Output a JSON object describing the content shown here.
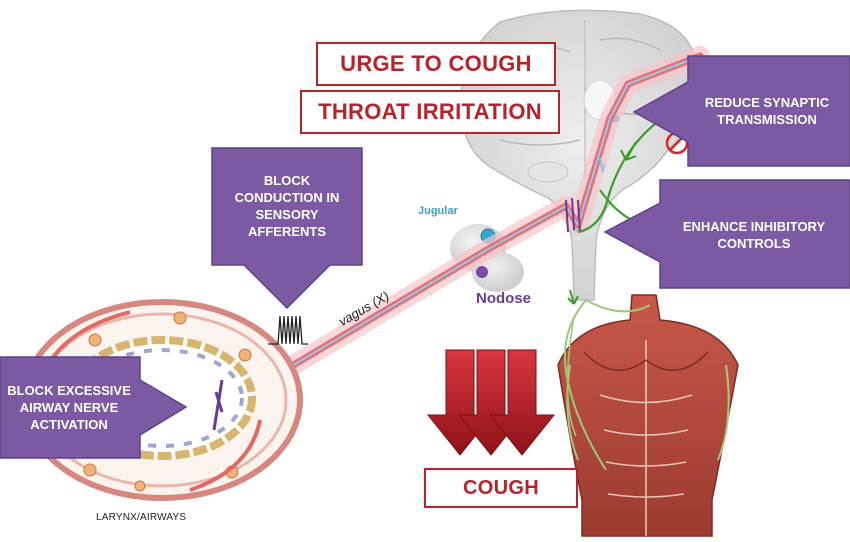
{
  "labels": {
    "urge_to_cough": "URGE TO COUGH",
    "throat_irritation": "THROAT IRRITATION",
    "cough": "COUGH",
    "jugular": "Jugular",
    "nodose": "Nodose",
    "vagus": "vagus (X)",
    "larynx_airways": "LARYNX/AIRWAYS"
  },
  "interventions": {
    "block_conduction": "BLOCK CONDUCTION IN SENSORY AFFERENTS",
    "block_excessive": "BLOCK EXCESSIVE AIRWAY NERVE ACTIVATION",
    "reduce_synaptic": "REDUCE SYNAPTIC TRANSMISSION",
    "enhance_inhibitory": "ENHANCE INHIBITORY CONTROLS"
  },
  "colors": {
    "intervention_fill": "#7b5aa3",
    "alert_red": "#b8232b",
    "nerve_glow": "#e8707a",
    "nerve_core": "#8fd0e8",
    "inhibitory_green": "#3a9a2a",
    "jugular_text": "#3aa0c8",
    "nodose_text": "#6b3a92"
  },
  "icons": {
    "prohibit": "no-entry-icon",
    "action_potentials": "spike-train-icon"
  }
}
